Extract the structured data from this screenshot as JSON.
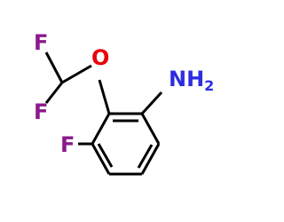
{
  "molecule": {
    "atoms": {
      "f_top": {
        "label": "F",
        "color": "#8B1A8B"
      },
      "f_left": {
        "label": "F",
        "color": "#8B1A8B"
      },
      "oxygen": {
        "label": "O",
        "color": "#E8000B"
      },
      "amine": {
        "label": "NH",
        "subscript": "2",
        "color": "#2D2DE0"
      },
      "f_ring": {
        "label": "F",
        "color": "#8B1A8B"
      }
    },
    "bond_color": "#000000"
  }
}
